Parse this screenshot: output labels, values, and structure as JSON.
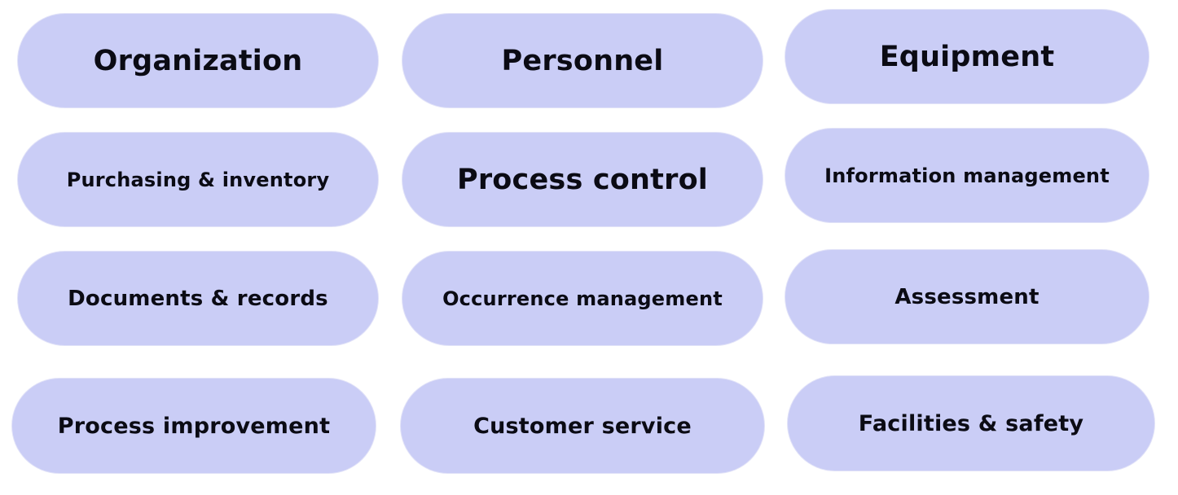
{
  "areas": {
    "organization": "Organization",
    "personnel": "Personnel",
    "equipment": "Equipment",
    "purchasing_inventory": "Purchasing & inventory",
    "process_control": "Process control",
    "information_management": "Information management",
    "documents_records": "Documents & records",
    "occurrence_management": "Occurrence management",
    "assessment": "Assessment",
    "process_improvement": "Process improvement",
    "customer_service": "Customer service",
    "facilities_safety": "Facilities & safety"
  },
  "colors": {
    "pill_fill": "#cacdf6",
    "text": "#0b0b14"
  }
}
